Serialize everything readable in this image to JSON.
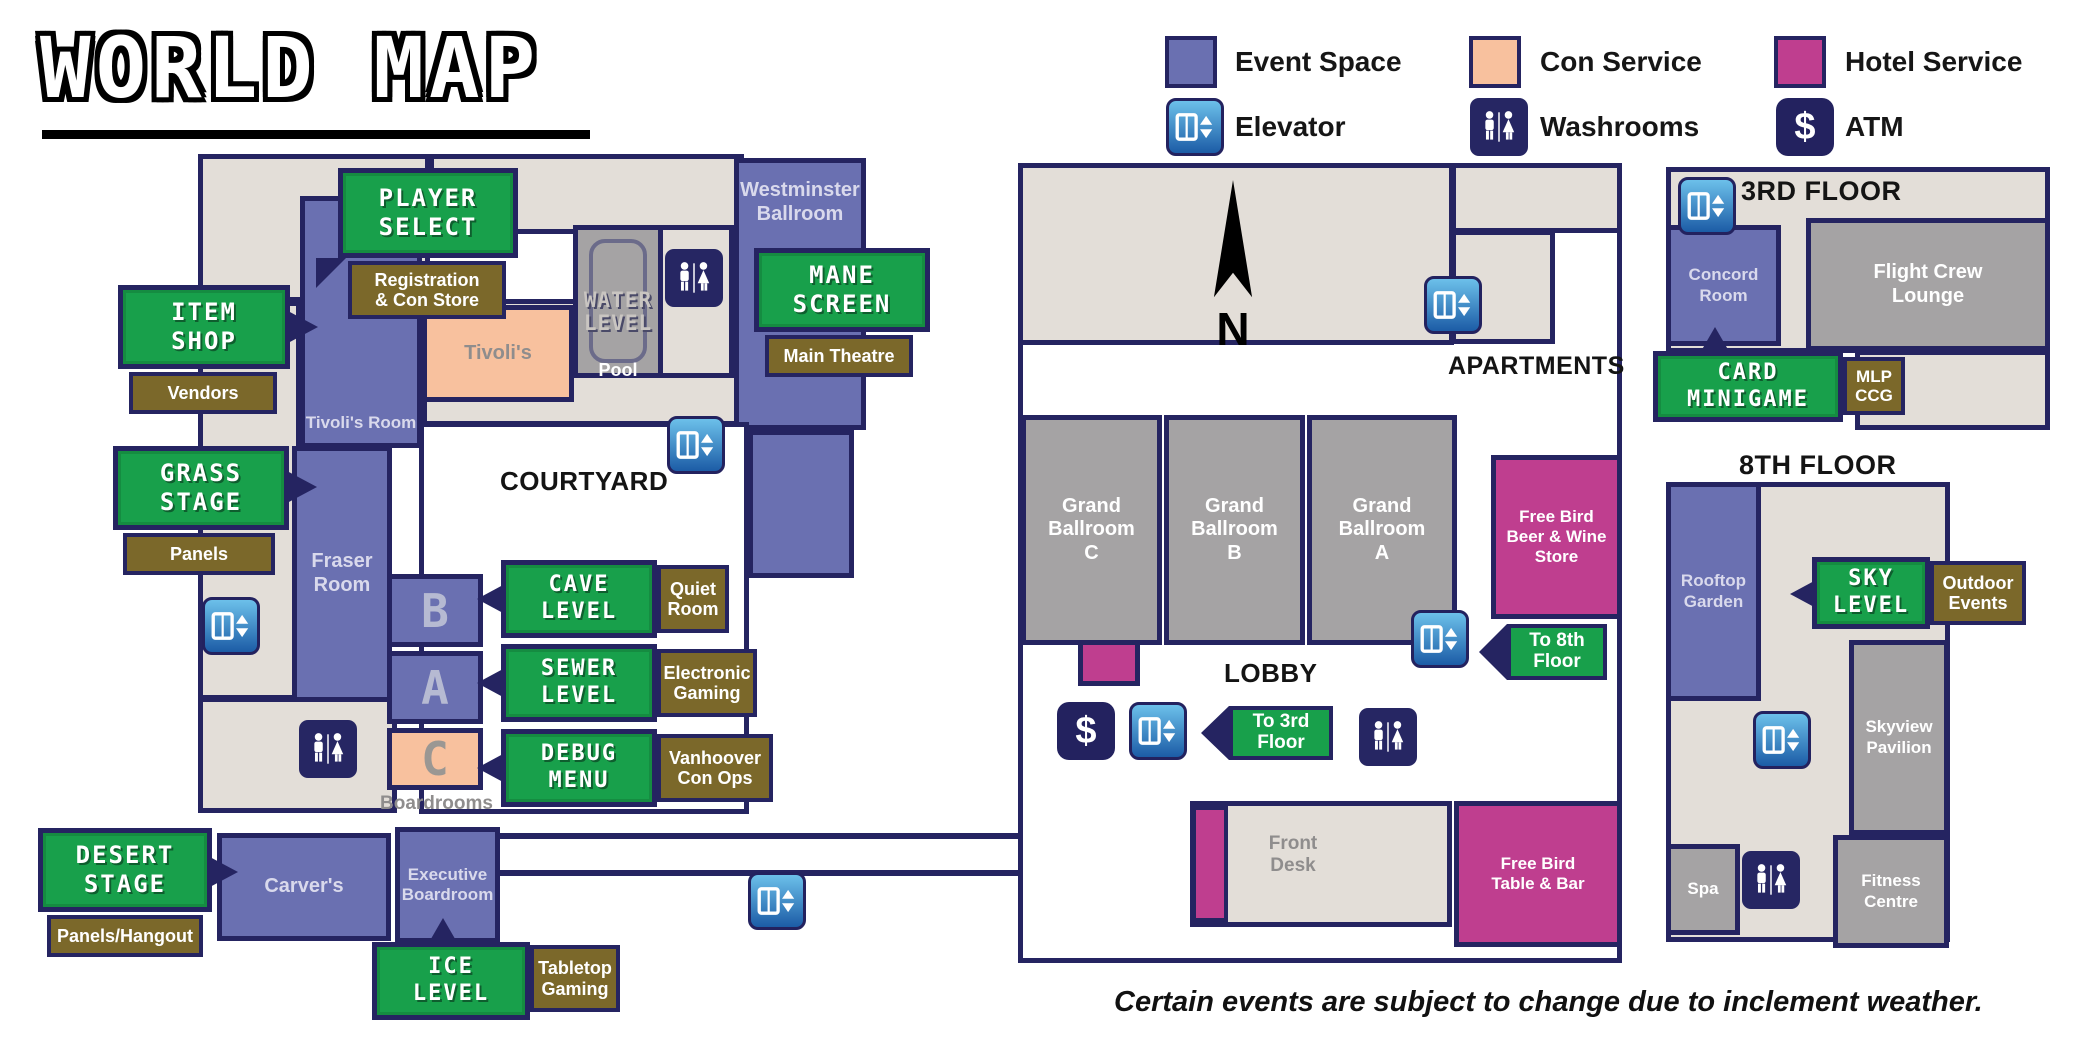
{
  "title": "WORLD MAP",
  "legend": {
    "event_space": "Event Space",
    "con_service": "Con Service",
    "hotel_service": "Hotel Service",
    "elevator": "Elevator",
    "washrooms": "Washrooms",
    "atm": "ATM"
  },
  "colors": {
    "event_space": "#6a70b1",
    "con_service": "#f8c19e",
    "hotel_service": "#bf3e8f",
    "generic_room": "#a5a3a4",
    "corridor": "#e3ded8",
    "outline": "#252461",
    "sign_green": "#18a04b",
    "sign_brown": "#7b682a"
  },
  "signs": {
    "player_select": {
      "label": "PLAYER\nSELECT",
      "sub": "Registration\n& Con Store"
    },
    "item_shop": {
      "label": "ITEM\nSHOP",
      "sub": "Vendors"
    },
    "grass_stage": {
      "label": "GRASS\nSTAGE",
      "sub": "Panels"
    },
    "mane_screen": {
      "label": "MANE\nSCREEN",
      "sub": "Main Theatre"
    },
    "cave_level": {
      "label": "CAVE\nLEVEL",
      "sub": "Quiet\nRoom"
    },
    "sewer_level": {
      "label": "SEWER\nLEVEL",
      "sub": "Electronic\nGaming"
    },
    "debug_menu": {
      "label": "DEBUG\nMENU",
      "sub": "Vanhoover\nCon Ops"
    },
    "desert_stage": {
      "label": "DESERT\nSTAGE",
      "sub": "Panels/Hangout"
    },
    "ice_level": {
      "label": "ICE\nLEVEL",
      "sub": "Tabletop\nGaming"
    },
    "card_minigame": {
      "label": "CARD\nMINIGAME",
      "sub": "MLP\nCCG"
    },
    "sky_level": {
      "label": "SKY\nLEVEL",
      "sub": "Outdoor\nEvents"
    },
    "water_level": {
      "label": "WATER\nLEVEL",
      "sub": "Pool"
    }
  },
  "rooms": {
    "westminster": "Westminster\nBallroom",
    "tivolis_room": "Tivoli's Room",
    "tivolis": "Tivoli's",
    "fraser": "Fraser\nRoom",
    "room_b": "B",
    "room_a": "A",
    "room_c": "C",
    "boardrooms": "Boardrooms",
    "carvers": "Carver's",
    "executive_boardroom": "Executive\nBoardroom",
    "grand_ballroom_c": "Grand\nBallroom\nC",
    "grand_ballroom_b": "Grand\nBallroom\nB",
    "grand_ballroom_a": "Grand\nBallroom\nA",
    "free_bird_store": "Free Bird\nBeer & Wine\nStore",
    "free_bird_bar": "Free Bird\nTable & Bar",
    "front_desk": "Front\nDesk",
    "concord": "Concord\nRoom",
    "flight_crew_lounge": "Flight Crew\nLounge",
    "rooftop_garden": "Rooftop\nGarden",
    "skyview_pavilion": "Skyview\nPavilion",
    "spa": "Spa",
    "fitness_centre": "Fitness\nCentre"
  },
  "areas": {
    "courtyard": "COURTYARD",
    "lobby": "LOBBY",
    "apartments": "APARTMENTS",
    "north": "N",
    "third_floor": "3RD FLOOR",
    "eighth_floor": "8TH FLOOR"
  },
  "directions": {
    "to_8th_floor": "To 8th\nFloor",
    "to_3rd_floor": "To 3rd\nFloor"
  },
  "atm_symbol": "$",
  "note": "Certain events are subject to change due to inclement weather."
}
